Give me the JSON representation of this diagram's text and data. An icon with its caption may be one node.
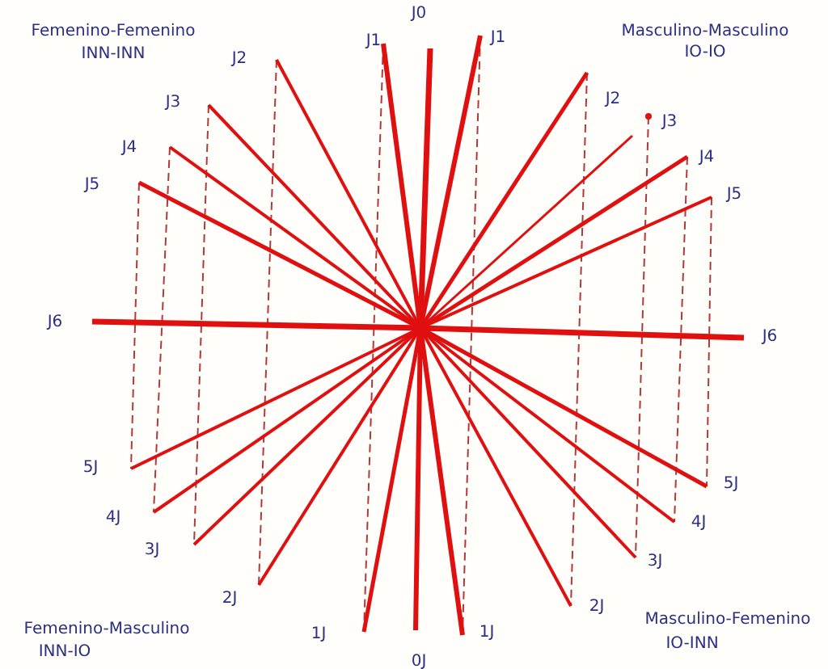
{
  "diagram": {
    "labels": [
      "Femenino-Femenino",
      "INN-INN",
      "J0",
      "J1",
      "J1",
      "Masculino-Masculino",
      "IO-IO",
      "J2",
      "J2",
      "J3",
      "J3",
      "J4",
      "J4",
      "J5",
      "J5",
      "J6",
      "J6",
      "5J",
      "5J",
      "4J",
      "4J",
      "3J",
      "3J",
      "2J",
      "2J",
      "1J",
      "1J",
      "Femenino-Masculino",
      "INN-IO",
      "Masculino-Femenino",
      "IO-INN",
      "0J"
    ]
  }
}
